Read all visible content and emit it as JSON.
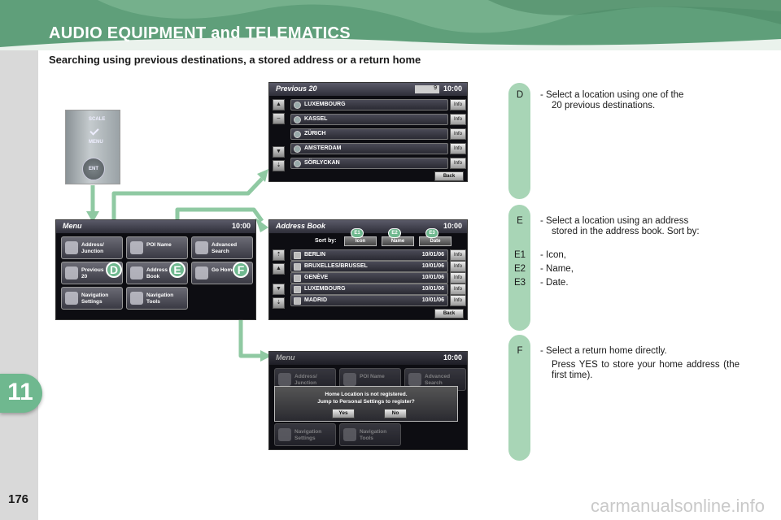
{
  "header": {
    "title": "AUDIO EQUIPMENT and TELEMATICS",
    "section_title": "Searching using previous destinations, a stored address or a return home"
  },
  "chapter": "11",
  "page_number": "176",
  "watermark": "carmanualsonline.info",
  "colors": {
    "accent": "#6fb88f",
    "pill": "#a8d5b6",
    "header": "#5f9f7a"
  },
  "control_unit": {
    "k1": "SCALE",
    "k2": "MENU",
    "k3": "ENT"
  },
  "previous_screen": {
    "title": "Previous 20",
    "page": "9",
    "clock": "10:00",
    "rows": [
      "LUXEMBOURG",
      "KASSEL",
      "ZÜRICH",
      "AMSTERDAM",
      "SÖRLYCKAN"
    ],
    "info": "Info",
    "back": "Back"
  },
  "menu_screen": {
    "title": "Menu",
    "clock": "10:00",
    "tiles": [
      "Address/\nJunction",
      "POI Name",
      "Advanced\nSearch",
      "Previous\n20",
      "Address\nBook",
      "Go Home",
      "Navigation\nSettings",
      "Navigation\nTools"
    ]
  },
  "address_screen": {
    "title": "Address Book",
    "clock": "10:00",
    "sort_by": "Sort by:",
    "sort_buttons": [
      "Icon",
      "Name",
      "Date"
    ],
    "rows": [
      {
        "name": "BERLIN",
        "date": "10/01/06"
      },
      {
        "name": "BRUXELLES/BRUSSEL",
        "date": "10/01/06"
      },
      {
        "name": "GENÈVE",
        "date": "10/01/06"
      },
      {
        "name": "LUXEMBOURG",
        "date": "10/01/06"
      },
      {
        "name": "MADRID",
        "date": "10/01/06"
      }
    ],
    "info": "Info",
    "back": "Back"
  },
  "home_screen": {
    "title": "Menu",
    "clock": "10:00",
    "tiles": [
      "Address/\nJunction",
      "POI Name",
      "Advanced\nSearch",
      "Navigation\nSettings",
      "Navigation\nTools"
    ],
    "dialog_message": "Home Location is not registered.\nJump to Personal Settings to register?",
    "yes": "Yes",
    "no": "No"
  },
  "callouts": {
    "d": "D",
    "e": "E",
    "f": "F",
    "e1": "E1",
    "e2": "E2",
    "e3": "E3"
  },
  "notes": {
    "d": {
      "key": "D",
      "text": "- Select a location using one of the",
      "cont": "20 previous destinations."
    },
    "e": {
      "key": "E",
      "text": "- Select a location using an address",
      "cont": "stored in the address book. Sort by:",
      "items": [
        {
          "key": "E1",
          "text": "- Icon,"
        },
        {
          "key": "E2",
          "text": "- Name,"
        },
        {
          "key": "E3",
          "text": "- Date."
        }
      ]
    },
    "f": {
      "key": "F",
      "text": "- Select a return home directly.",
      "cont": "Press YES to store your home address (the first time)."
    }
  }
}
